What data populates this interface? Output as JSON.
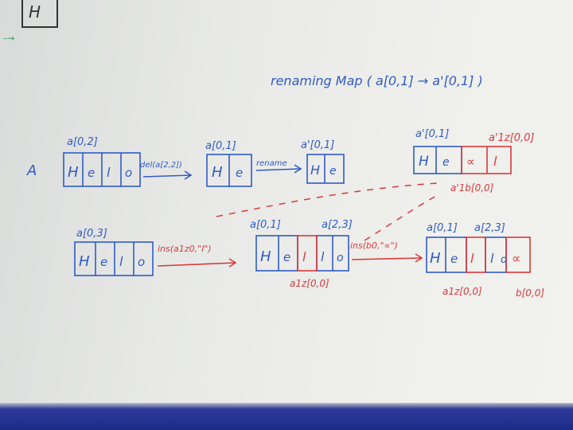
{
  "colors": {
    "blue": "#2f5cc4",
    "red": "#d83a3a",
    "green": "#3aa65a",
    "dark": "#333333"
  },
  "corner_box_letter": "H",
  "title": "renaming Map ( a[0,1] → a'[0,1] )",
  "row_a_label": "A",
  "top_row": {
    "a02": {
      "label": "a[0,2]",
      "cells": [
        "H",
        "e",
        "l",
        "o"
      ]
    },
    "op_del": "del(a[2,2])",
    "a01": {
      "label": "a[0,1]",
      "cells": [
        "H",
        "e"
      ]
    },
    "op_rename": "rename",
    "a_prime01": {
      "label": "a'[0,1]",
      "cells": [
        "H",
        "e"
      ]
    },
    "final": {
      "label_left": "a'[0,1]",
      "label_right": "a'1z[0,0]",
      "cells": [
        "H",
        "e",
        "∝",
        "l"
      ],
      "label_below": "a'1b[0,0]"
    }
  },
  "bottom_row": {
    "b1": {
      "label": "a[0,3]",
      "cells": [
        "H",
        "e",
        "l",
        "o"
      ]
    },
    "op_ins1": "ins(a1z0,\"l\")",
    "b2": {
      "label_left": "a[0,1]",
      "label_right": "a[2,3]",
      "cells": [
        "H",
        "e",
        "l",
        "l",
        "o"
      ],
      "label_below": "a1z[0,0]"
    },
    "op_ins2": "ins(b0,\"∝\")",
    "b3": {
      "label_left": "a[0,1]",
      "label_right": "a[2,3]",
      "cells": [
        "H",
        "e",
        "l",
        "l",
        "o",
        "∝"
      ],
      "label_below": "a1z[0,0]",
      "label_below_right": "b[0,0]"
    }
  }
}
